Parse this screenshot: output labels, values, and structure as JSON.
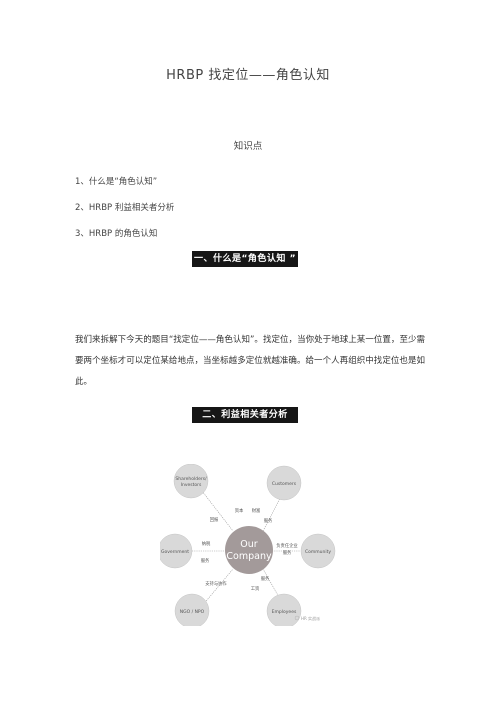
{
  "doc": {
    "title": "HRBP 找定位——角色认知",
    "section_heading": "知识点",
    "toc": [
      "1、什么是“角色认知”",
      "2、HRBP 利益相关者分析",
      "3、HRBP 的角色认知"
    ],
    "banner1": "一、什么是“角色认知 ”",
    "paragraph": "我们来拆解下今天的题目“找定位——角色认知”。找定位，当你处于地球上某一位置，至少需要两个坐标才可以定位某给地点，当坐标越多定位就越准确。给一个人再组织中找定位也是如此。",
    "banner2": "二、利益相关者分析"
  },
  "diagram": {
    "center_line1": "Our",
    "center_line2": "Company",
    "nodes": {
      "shareholders_line1": "Shareholders/",
      "shareholders_line2": "Investors",
      "customers": "Customers",
      "government": "Government",
      "community": "Community",
      "ngo": "NGO / NPO",
      "employees": "Employees"
    },
    "relations": {
      "capital": "资本",
      "return": "回报",
      "wealth": "财富",
      "service_customers": "服务",
      "tax": "纳税",
      "service_gov": "服务",
      "social_responsibility": "负责任企业",
      "service_community": "服务",
      "support": "支持与协作",
      "labor": "服务",
      "salary": "工资"
    },
    "watermark": "HR 实战派",
    "colors": {
      "node_fill": "#d9d9d9",
      "center_fill": "#a39a9a",
      "line": "#9a9a9a"
    }
  }
}
